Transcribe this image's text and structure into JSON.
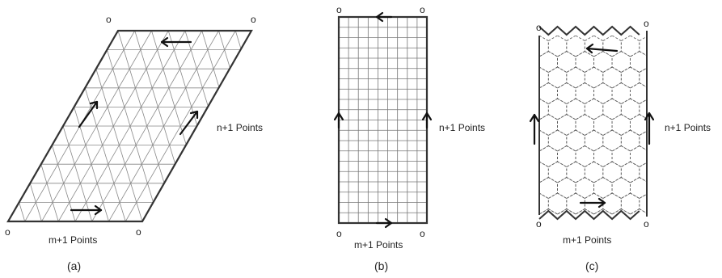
{
  "panels": {
    "a": {
      "caption": "(a)",
      "side_label": "n+1 Points",
      "bottom_label": "m+1 Points",
      "vertex_marker": "o"
    },
    "b": {
      "caption": "(b)",
      "side_label": "n+1 Points",
      "bottom_label": "m+1 Points",
      "vertex_marker": "o"
    },
    "c": {
      "caption": "(c)",
      "side_label": "n+1 Points",
      "bottom_label": "m+1 Points",
      "vertex_marker": "o"
    }
  },
  "colors": {
    "boundary": "#333333",
    "grid": "#888888",
    "arrow": "#111111"
  }
}
